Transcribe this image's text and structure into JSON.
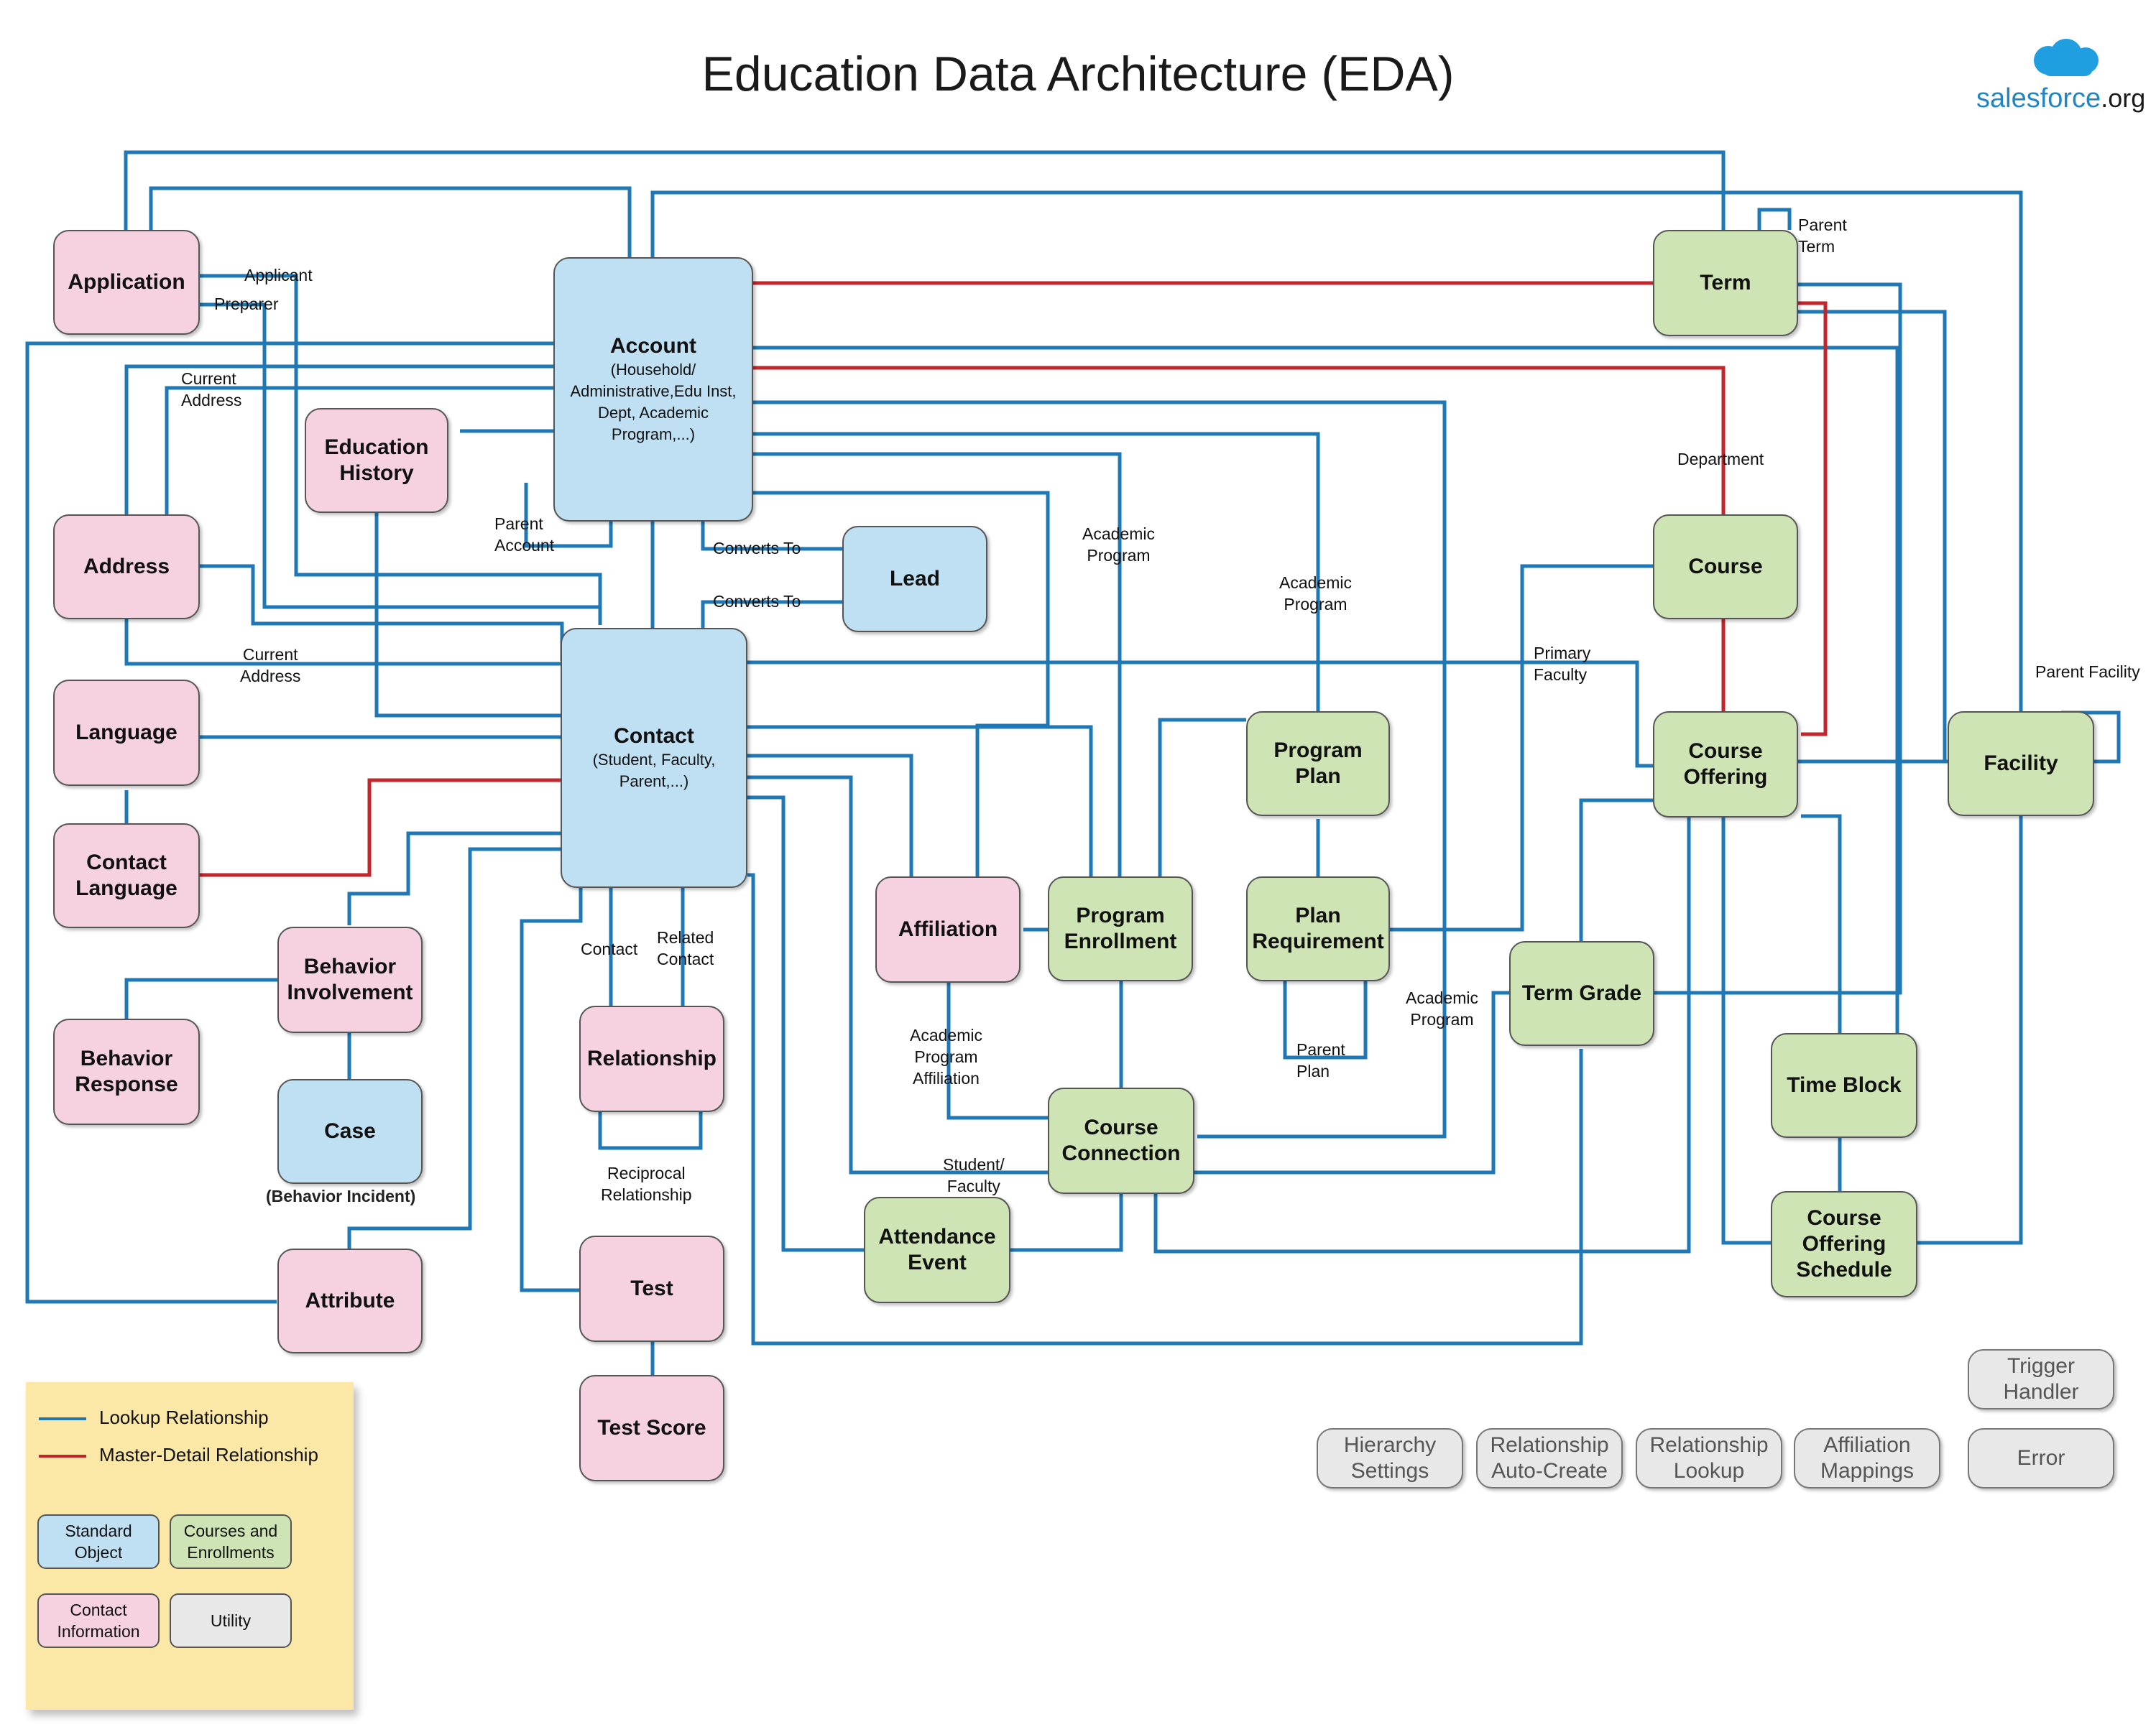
{
  "title": "Education Data Architecture (EDA)",
  "brand": {
    "name": "salesforce",
    "suffix": ".org",
    "icon": "cloud-icon"
  },
  "colors": {
    "lookup": "#1f78b4",
    "master_detail": "#c0272d",
    "standard": "#bfe0f2",
    "courses": "#cfe4b4",
    "contact_info": "#f6d2e0",
    "utility": "#e8e8e8"
  },
  "nodes": {
    "application": {
      "name": "Application"
    },
    "account": {
      "name": "Account",
      "sub1": "(Household/",
      "sub2": "Administrative,Edu Inst,",
      "sub3": "Dept, Academic",
      "sub4": "Program,...)"
    },
    "education_history": {
      "name1": "Education",
      "name2": "History"
    },
    "address": {
      "name": "Address"
    },
    "lead": {
      "name": "Lead"
    },
    "contact": {
      "name": "Contact",
      "sub1": "(Student, Faculty,",
      "sub2": "Parent,...)"
    },
    "language": {
      "name": "Language"
    },
    "contact_language": {
      "name1": "Contact",
      "name2": "Language"
    },
    "behavior_involvement": {
      "name1": "Behavior",
      "name2": "Involvement"
    },
    "behavior_response": {
      "name1": "Behavior",
      "name2": "Response"
    },
    "case": {
      "name": "Case",
      "note": "(Behavior Incident)"
    },
    "attribute": {
      "name": "Attribute"
    },
    "relationship": {
      "name": "Relationship"
    },
    "test": {
      "name": "Test"
    },
    "test_score": {
      "name": "Test Score"
    },
    "affiliation": {
      "name": "Affiliation"
    },
    "program_enrollment": {
      "name1": "Program",
      "name2": "Enrollment"
    },
    "program_plan": {
      "name1": "Program",
      "name2": "Plan"
    },
    "plan_requirement": {
      "name1": "Plan",
      "name2": "Requirement"
    },
    "course_connection": {
      "name1": "Course",
      "name2": "Connection"
    },
    "attendance_event": {
      "name1": "Attendance",
      "name2": "Event"
    },
    "term": {
      "name": "Term"
    },
    "course": {
      "name": "Course"
    },
    "course_offering": {
      "name1": "Course",
      "name2": "Offering"
    },
    "facility": {
      "name": "Facility"
    },
    "term_grade": {
      "name": "Term Grade"
    },
    "time_block": {
      "name": "Time Block"
    },
    "course_offering_schedule": {
      "name1": "Course",
      "name2": "Offering",
      "name3": "Schedule"
    }
  },
  "utilities": {
    "trigger_handler": {
      "line1": "Trigger",
      "line2": "Handler"
    },
    "hierarchy_settings": {
      "line1": "Hierarchy",
      "line2": "Settings"
    },
    "relationship_auto_create": {
      "line1": "Relationship",
      "line2": "Auto-Create"
    },
    "relationship_lookup": {
      "line1": "Relationship",
      "line2": "Lookup"
    },
    "affiliation_mappings": {
      "line1": "Affiliation",
      "line2": "Mappings"
    },
    "error": {
      "line1": "Error"
    }
  },
  "labels": {
    "applicant": "Applicant",
    "preparer": "Preparer",
    "current_address_1": "Current\nAddress",
    "current_address_2": "Current\nAddress",
    "parent_account": "Parent\nAccount",
    "converts_to_1": "Converts To",
    "converts_to_2": "Converts To",
    "academic_program_1": "Academic\nProgram",
    "academic_program_2": "Academic\nProgram",
    "academic_program_3": "Academic\nProgram",
    "department": "Department",
    "parent_term": "Parent\nTerm",
    "primary_faculty": "Primary\nFaculty",
    "parent_facility": "Parent Facility",
    "contact": "Contact",
    "related_contact": "Related\nContact",
    "reciprocal_relationship": "Reciprocal\nRelationship",
    "academic_program_affiliation": "Academic\nProgram\nAffiliation",
    "student_faculty": "Student/\nFaculty",
    "parent_plan": "Parent\nPlan"
  },
  "legend": {
    "lookup": "Lookup Relationship",
    "master_detail": "Master-Detail Relationship",
    "standard": "Standard\nObject",
    "courses": "Courses and\nEnrollments",
    "contact_info": "Contact\nInformation",
    "utility": "Utility"
  }
}
